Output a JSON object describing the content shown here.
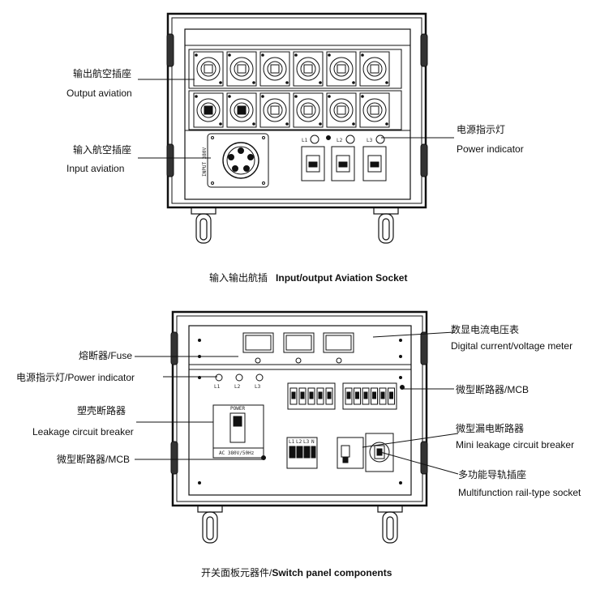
{
  "figure1": {
    "caption_cn": "输入输出航插",
    "caption_en": "Input/output Aviation Socket",
    "labels": {
      "output_cn": "输出航空插座",
      "output_en": "Output aviation",
      "input_cn": "输入航空插座",
      "input_en": "Input aviation",
      "power_cn": "电源指示灯",
      "power_en": "Power indicator"
    },
    "input_plate_text": "INPUT 380V",
    "lamp_labels": [
      "L1",
      "L2",
      "L3"
    ]
  },
  "figure2": {
    "caption_cn": "开关面板元器件/",
    "caption_en": "Switch panel components",
    "labels": {
      "fuse": "熔断器/Fuse",
      "power": "电源指示灯/Power indicator",
      "leak_cn": "塑壳断路器",
      "leak_en": "Leakage circuit breaker",
      "mcb_left": "微型断路器/MCB",
      "meter_cn": "数显电流电压表",
      "meter_en": "Digital current/voltage meter",
      "mcb_right": "微型断路器/MCB",
      "mini_cn": "微型漏电断路器",
      "mini_en": "Mini leakage circuit breaker",
      "rail_cn": "多功能导轨插座",
      "rail_en": "Multifunction rail-type socket"
    },
    "breaker_power_label": "POWER",
    "breaker_rating_label": "AC 380V/50Hz",
    "lamp_labels": [
      "L1",
      "L2",
      "L3"
    ],
    "mcb_labels": [
      "L1",
      "L2",
      "L3",
      "N"
    ]
  }
}
